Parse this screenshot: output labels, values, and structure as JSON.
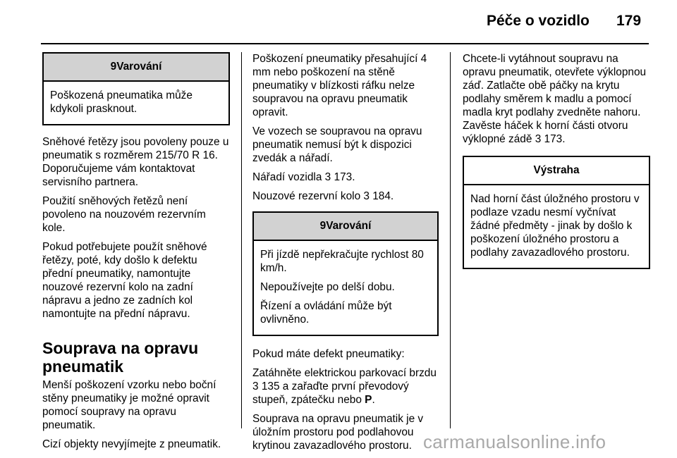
{
  "header": {
    "title": "Péče o vozidlo",
    "page_number": "179"
  },
  "col1": {
    "warning_box": {
      "symbol": "9",
      "title": "Varování",
      "text": "Poškozená pneumatika může kdykoli prasknout."
    },
    "p1": "Sněhové řetězy jsou povoleny pouze u pneumatik s rozměrem 215/70 R 16. Doporučujeme vám kontaktovat servisního partnera.",
    "p2": "Použití sněhových řetězů není povoleno na nouzovém rezervním kole.",
    "p3": "Pokud potřebujete použít sněhové řetězy, poté, kdy došlo k defektu přední pneumatiky, namontujte nouzové rezervní kolo na zadní nápravu a jedno ze zadních kol namontujte na přední nápravu.",
    "heading": "Souprava na opravu pneumatik",
    "p4": "Menší poškození vzorku nebo boční stěny pneumatiky je možné opravit pomocí soupravy na opravu pneumatik.",
    "p5": "Cizí objekty nevyjímejte z pneumatik."
  },
  "col2": {
    "p1": "Poškození pneumatiky přesahující 4 mm nebo poškození na stěně pneumatiky v blízkosti ráfku nelze soupravou na opravu pneumatik opravit.",
    "p2": "Ve vozech se soupravou na opravu pneumatik nemusí být k dispozici zvedák a nářadí.",
    "p3": {
      "text": "Nářadí vozidla",
      "arrow": "3",
      "ref": "173."
    },
    "p4": {
      "text": "Nouzové rezervní kolo",
      "arrow": "3",
      "ref": "184."
    },
    "warning_box": {
      "symbol": "9",
      "title": "Varování",
      "p1": "Při jízdě nepřekračujte rychlost 80 km/h.",
      "p2": "Nepoužívejte po delší dobu.",
      "p3": "Řízení a ovládání může být ovlivněno."
    },
    "p5": "Pokud máte defekt pneumatiky:",
    "p6": {
      "a": "Zatáhněte elektrickou parkovací brzdu",
      "arrow": "3",
      "b": "135 a zařaďte první převodový stupeň, zpátečku nebo",
      "bold": "P",
      "c": "."
    },
    "p7": "Souprava na opravu pneumatik je v úložním prostoru pod podlahovou krytinou zavazadlového prostoru."
  },
  "col3": {
    "p1": {
      "text": "Chcete-li vytáhnout soupravu na opravu pneumatik, otevřete výklopnou záď. Zatlačte obě páčky na krytu podlahy směrem k madlu a pomocí madla kryt podlahy zvedněte nahoru. Zavěste háček k horní části otvoru výklopné zádě",
      "arrow": "3",
      "ref": "173."
    },
    "caution_box": {
      "title": "Výstraha",
      "text": "Nad horní část úložného prostoru v podlaze vzadu nesmí vyčnívat žádné předměty - jinak by došlo k poškození úložného prostoru a podlahy zavazadlového prostoru."
    }
  },
  "watermark": "carmanualsonline.info"
}
